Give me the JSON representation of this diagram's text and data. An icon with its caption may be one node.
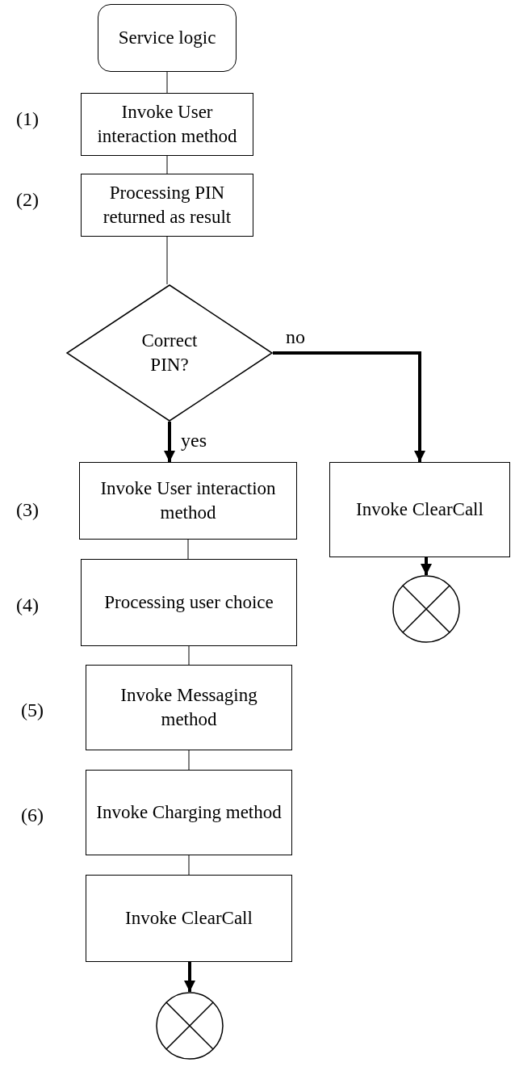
{
  "diagram": {
    "nodes": [
      {
        "text": [
          "Service logic"
        ]
      },
      {
        "text": [
          "Invoke User interaction method"
        ],
        "beside": [
          "(1)"
        ]
      },
      {
        "text": [
          "Processing PIN returned as result"
        ],
        "beside": [
          "(2)"
        ]
      },
      {
        "text": [
          "Correct PIN?"
        ]
      },
      {
        "text": [
          "Invoke ClearCall"
        ]
      },
      {
        "text": [],
        "shape": "circle"
      },
      {
        "text": [
          "Invoke User interaction method"
        ],
        "beside": [
          "(3)"
        ]
      },
      {
        "text": [
          "Processing user choice"
        ],
        "beside": [
          "(4)"
        ]
      },
      {
        "text": [
          "Invoke Messaging method"
        ],
        "beside": [
          "(5)"
        ]
      },
      {
        "text": [
          "Invoke Charging method"
        ],
        "beside": [
          "(6)"
        ]
      },
      {
        "text": [
          "Invoke ClearCall"
        ]
      },
      {
        "text": [],
        "shape": "circle"
      }
    ],
    "edges": [
      {
        "from": 0,
        "to": 1,
        "arrow": "none"
      },
      {
        "from": 1,
        "to": 2,
        "arrow": "none"
      },
      {
        "from": 2,
        "to": 3,
        "arrow": "none"
      },
      {
        "from": 3,
        "to": 4,
        "arrow": "to",
        "label": "no",
        "style": "thick"
      },
      {
        "from": 4,
        "to": 5,
        "arrow": "to",
        "style": "thick"
      },
      {
        "from": 3,
        "to": 6,
        "arrow": "to",
        "label": "yes",
        "style": "thick"
      },
      {
        "from": 6,
        "to": 7,
        "arrow": "none"
      },
      {
        "from": 7,
        "to": 8,
        "arrow": "none"
      },
      {
        "from": 8,
        "to": 9,
        "arrow": "none"
      },
      {
        "from": 9,
        "to": 10,
        "arrow": "none"
      },
      {
        "from": 10,
        "to": 11,
        "arrow": "to",
        "style": "thick"
      }
    ]
  }
}
